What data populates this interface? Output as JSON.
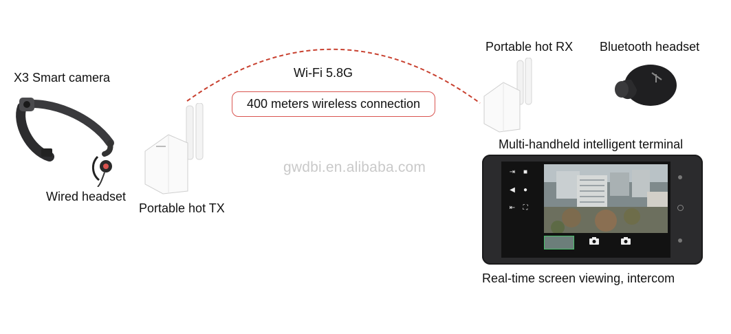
{
  "labels": {
    "camera": "X3 Smart camera",
    "wired_headset": "Wired headset",
    "tx": "Portable hot TX",
    "wifi": "Wi-Fi 5.8G",
    "distance": "400 meters wireless connection",
    "watermark": "gwdbi.en.alibaba.com",
    "rx": "Portable hot RX",
    "bt_headset": "Bluetooth headset",
    "terminal": "Multi-handheld intelligent terminal",
    "viewing": "Real-time screen viewing, intercom"
  },
  "colors": {
    "link_arc": "#c8402f",
    "pill_border": "#d9534f",
    "headset_accent": "#d9534f",
    "tablet_body": "#2b2b2d"
  },
  "icons": {
    "camera": "headband-camera-icon",
    "wired_headset": "earphone-icon",
    "tx": "wifi-router-icon",
    "rx": "wifi-router-icon",
    "bt_headset": "bluetooth-earbud-icon",
    "terminal": "tablet-icon"
  }
}
